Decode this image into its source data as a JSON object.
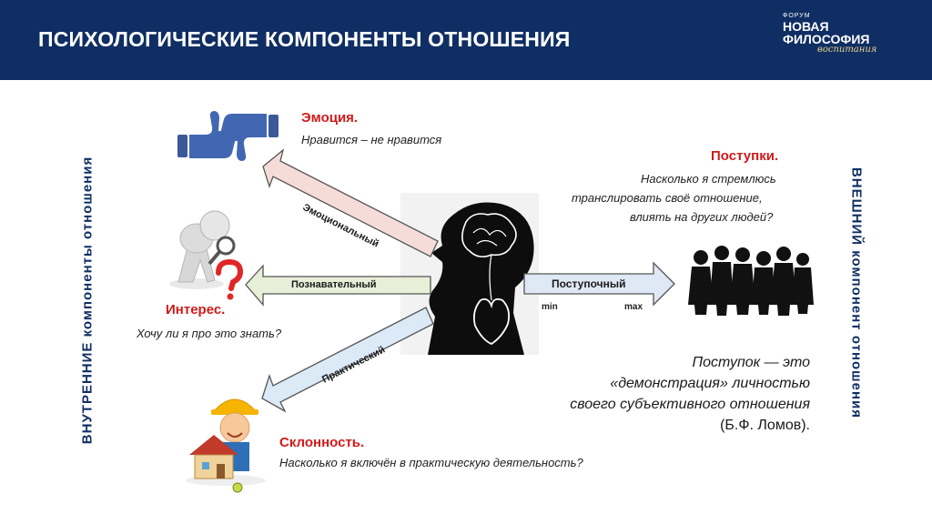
{
  "header": {
    "title": "ПСИХОЛОГИЧЕСКИЕ КОМПОНЕНТЫ ОТНОШЕНИЯ",
    "logo": {
      "line1": "ФОРУМ",
      "line2": "НОВАЯ",
      "line3": "ФИЛОСОФИЯ",
      "line4": "воспитания"
    }
  },
  "sides": {
    "left": "ВНУТРЕННИЕ  компоненты  отношения",
    "right": "ВНЕШНИЙ  компонент  отношения"
  },
  "emotion": {
    "title": "Эмоция.",
    "text": "Нравится – не нравится"
  },
  "interest": {
    "title": "Интерес.",
    "text": "Хочу ли я про это знать?"
  },
  "inclination": {
    "title": "Склонность.",
    "text": "Насколько я включён в практическую деятельность?"
  },
  "actions": {
    "title": "Поступки.",
    "lines": [
      "Насколько я стремлюсь",
      "транслировать своё отношение,",
      "влиять на других людей?"
    ]
  },
  "arrows": {
    "emotional": "Эмоциональный",
    "cognitive": "Познавательный",
    "practical": "Практический",
    "behavioral": "Поступочный",
    "min": "min",
    "max": "max"
  },
  "quote": {
    "lines": [
      "Поступок — это",
      "«демонстрация» личностью",
      "своего субъективного отношения"
    ],
    "author": "(Б.Ф. Ломов)."
  },
  "colors": {
    "header_bg": "#0f2e63",
    "accent_red": "#d11a1a",
    "arrow_emotional": "#f6dcd8",
    "arrow_cognitive": "#e7efd8",
    "arrow_practical": "#dce9f7",
    "arrow_behavioral": "#dfe8f5"
  },
  "icons": [
    "thumbs-up-icon",
    "thumbs-down-icon",
    "magnifier-figure-icon",
    "question-mark-icon",
    "builder-house-icon",
    "head-profile-icon",
    "people-silhouettes-icon"
  ]
}
